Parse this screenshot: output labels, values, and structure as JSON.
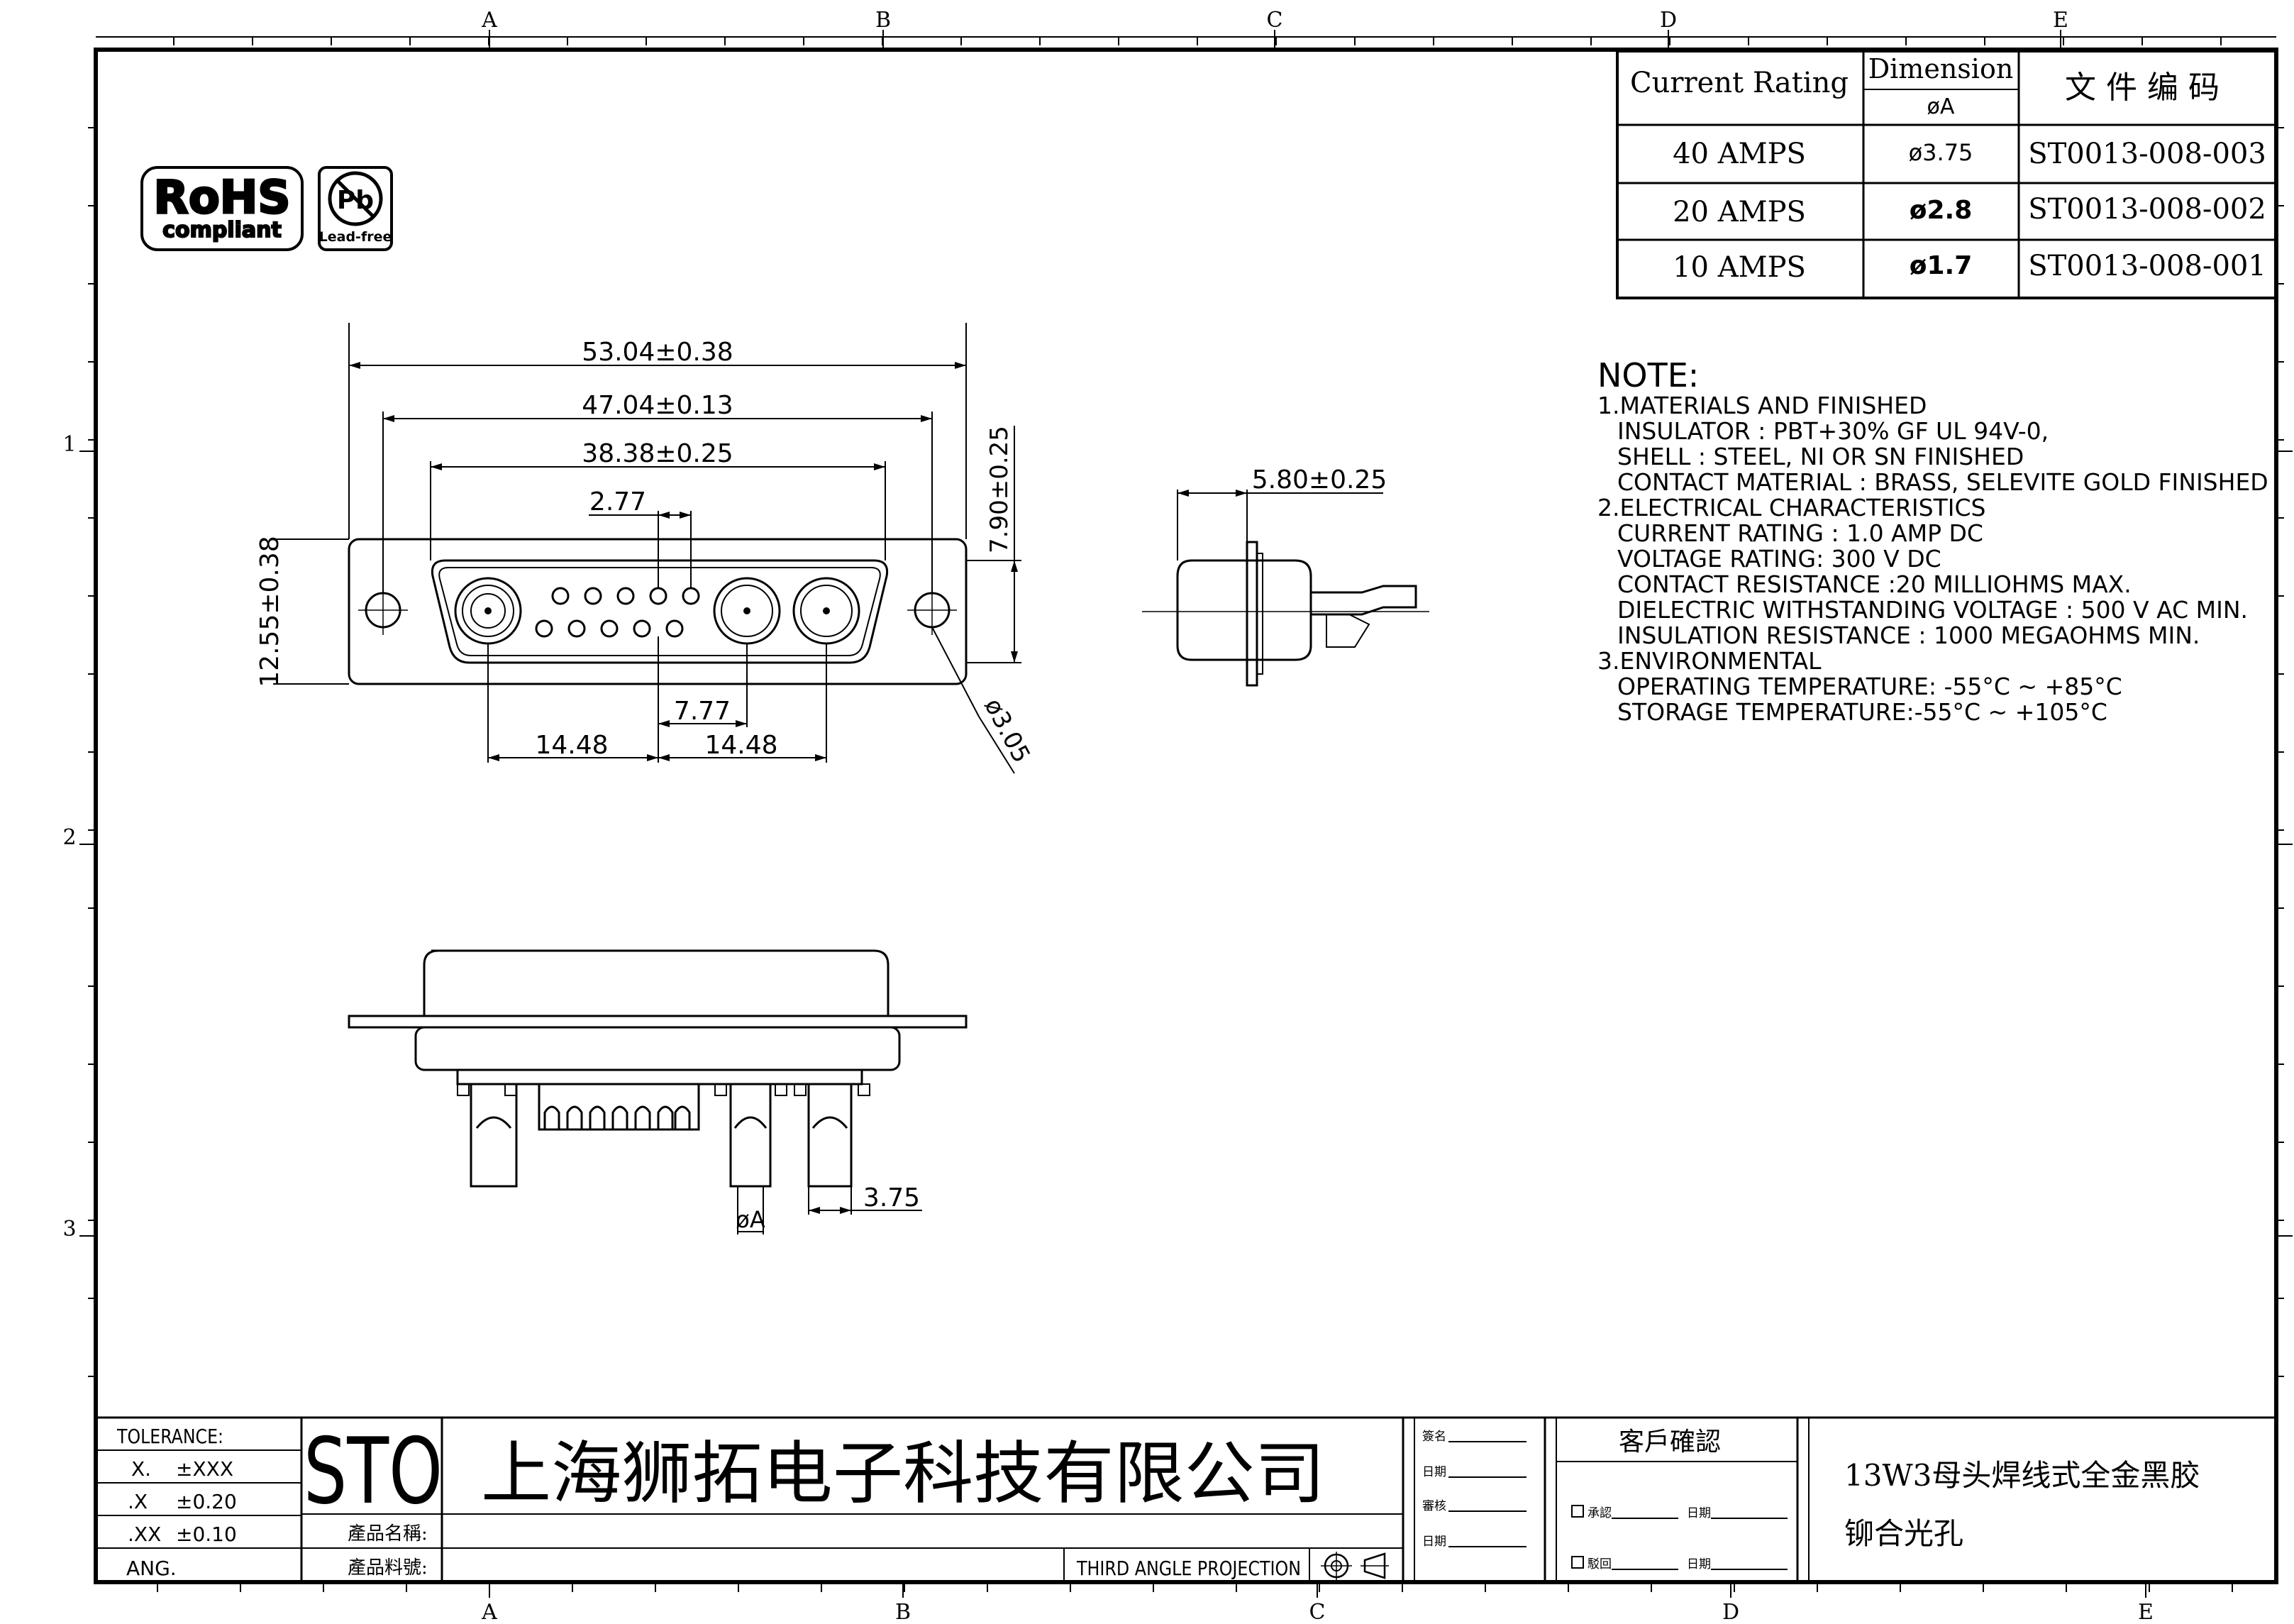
{
  "frame": {
    "columns": [
      "A",
      "B",
      "C",
      "D",
      "E"
    ],
    "rows": [
      "1",
      "2",
      "3"
    ]
  },
  "logos": {
    "rohs_line1": "RoHS",
    "rohs_line2": "compliant",
    "pb_symbol": "Pb",
    "pb_caption": "Lead-free"
  },
  "spec_table": {
    "header_rating": "Current Rating",
    "header_dimension": "Dimension",
    "header_dimension_sub": "øA",
    "header_code": "文件编码",
    "rows": [
      {
        "rating": "40 AMPS",
        "dim": "ø3.75",
        "code": "ST0013-008-003"
      },
      {
        "rating": "20 AMPS",
        "dim": "ø2.8",
        "code": "ST0013-008-002"
      },
      {
        "rating": "10 AMPS",
        "dim": "ø1.7",
        "code": "ST0013-008-001"
      }
    ]
  },
  "notes": {
    "title": "NOTE:",
    "lines": [
      "1.MATERIALS AND FINISHED",
      "INSULATOR : PBT+30% GF UL 94V-0,",
      "SHELL : STEEL, NI OR SN FINISHED",
      "CONTACT MATERIAL : BRASS, SELEVITE GOLD FINISHED",
      "2.ELECTRICAL CHARACTERISTICS",
      "CURRENT RATING : 1.0 AMP DC",
      "VOLTAGE RATING: 300 V DC",
      "CONTACT RESISTANCE :20 MILLIOHMS MAX.",
      "DIELECTRIC WITHSTANDING VOLTAGE : 500 V AC MIN.",
      "INSULATION RESISTANCE : 1000 MEGAOHMS MIN.",
      "3.ENVIRONMENTAL",
      "OPERATING TEMPERATURE: -55°C ~ +85°C",
      "STORAGE TEMPERATURE:-55°C ~ +105°C"
    ]
  },
  "dimensions": {
    "overall_width": "53.04±0.38",
    "mount_spacing": "47.04±0.13",
    "shell_width": "38.38±0.25",
    "pin_pitch": "2.77",
    "height": "12.55±0.38",
    "shell_height": "7.90±0.25",
    "side_depth": "5.80±0.25",
    "hole_dia": "ø3.05",
    "coax_pitch": "7.77",
    "left_span": "14.48",
    "right_span": "14.48",
    "cup_width": "3.75",
    "cup_dia": "øA"
  },
  "title_block": {
    "tolerance_label": "TOLERANCE:",
    "tol_rows": [
      {
        "k": "X.",
        "v": "±XXX"
      },
      {
        "k": ".X",
        "v": "±0.20"
      },
      {
        "k": ".XX",
        "v": "±0.10"
      },
      {
        "k": "ANG.",
        "v": ""
      }
    ],
    "logo": "STO",
    "company": "上海狮拓电子科技有限公司",
    "product_name_label": "產品名稱:",
    "part_number_label": "產品料號:",
    "projection": "THIRD ANGLE PROJECTION",
    "sign_labels": [
      "簽名",
      "日期",
      "審核",
      "日期"
    ],
    "customer_confirm": "客戶確認",
    "approve_label": "承認",
    "reject_label": "駁回",
    "date_label": "日期",
    "description_line1": "13W3母头焊线式全金黑胶",
    "description_line2": "铆合光孔"
  }
}
